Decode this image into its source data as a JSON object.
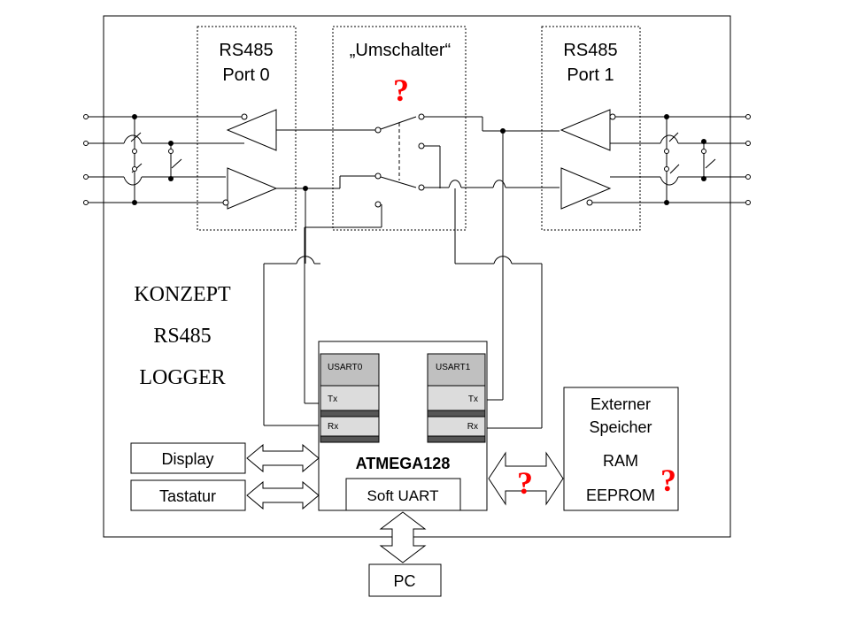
{
  "title_lines": [
    "KONZEPT",
    "RS485",
    "LOGGER"
  ],
  "port0": {
    "line1": "RS485",
    "line2": "Port 0"
  },
  "port1": {
    "line1": "RS485",
    "line2": "Port 1"
  },
  "switch": {
    "label": "„Umschalter“",
    "mark": "?"
  },
  "mcu": {
    "name": "ATMEGA128",
    "usart0": {
      "title": "USART0",
      "tx": "Tx",
      "rx": "Rx"
    },
    "usart1": {
      "title": "USART1",
      "tx": "Tx",
      "rx": "Rx"
    },
    "soft_uart": "Soft UART"
  },
  "display_label": "Display",
  "keyboard_label": "Tastatur",
  "memory": {
    "line1": "Externer",
    "line2": "Speicher",
    "line3": "RAM",
    "line4": "EEPROM",
    "mark": "?"
  },
  "bus_mark": "?",
  "pc_label": "PC",
  "colors": {
    "question": "#ff0000",
    "usart_header": "#c0c0c0",
    "usart_stripe": "#d8d8d8"
  }
}
